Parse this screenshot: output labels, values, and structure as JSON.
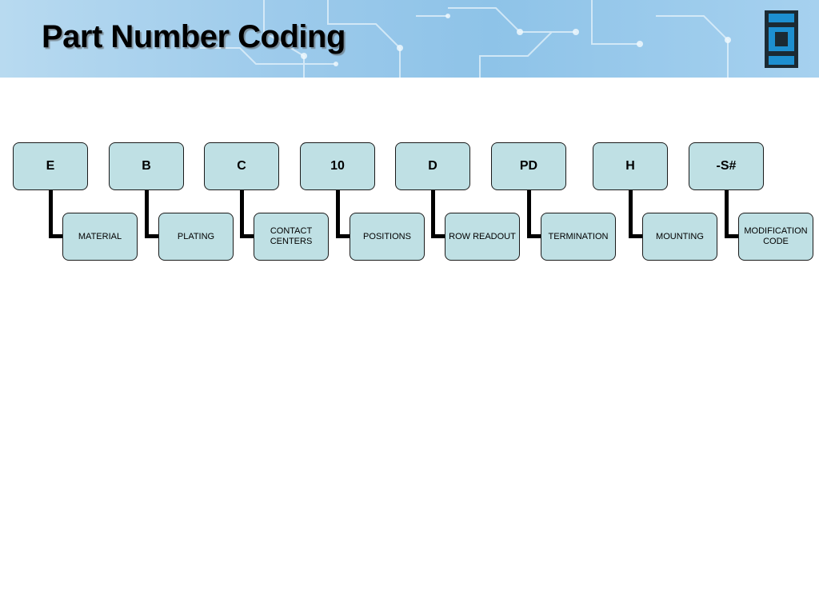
{
  "slide": {
    "title": "Part Number Coding"
  },
  "colors": {
    "box_fill": "#bfe0e4",
    "box_border": "#1a1a1a",
    "connector": "#000000",
    "header_blue": "#9ccaeb",
    "logo_blue": "#1d8fd0"
  },
  "segments": [
    {
      "code": "E",
      "description": "MATERIAL"
    },
    {
      "code": "B",
      "description": "PLATING"
    },
    {
      "code": "C",
      "description": "CONTACT CENTERS"
    },
    {
      "code": "10",
      "description": "POSITIONS"
    },
    {
      "code": "D",
      "description": "ROW READOUT"
    },
    {
      "code": "PD",
      "description": "TERMINATION"
    },
    {
      "code": "H",
      "description": "MOUNTING"
    },
    {
      "code": "-S#",
      "description": "MODIFICATION CODE"
    }
  ]
}
